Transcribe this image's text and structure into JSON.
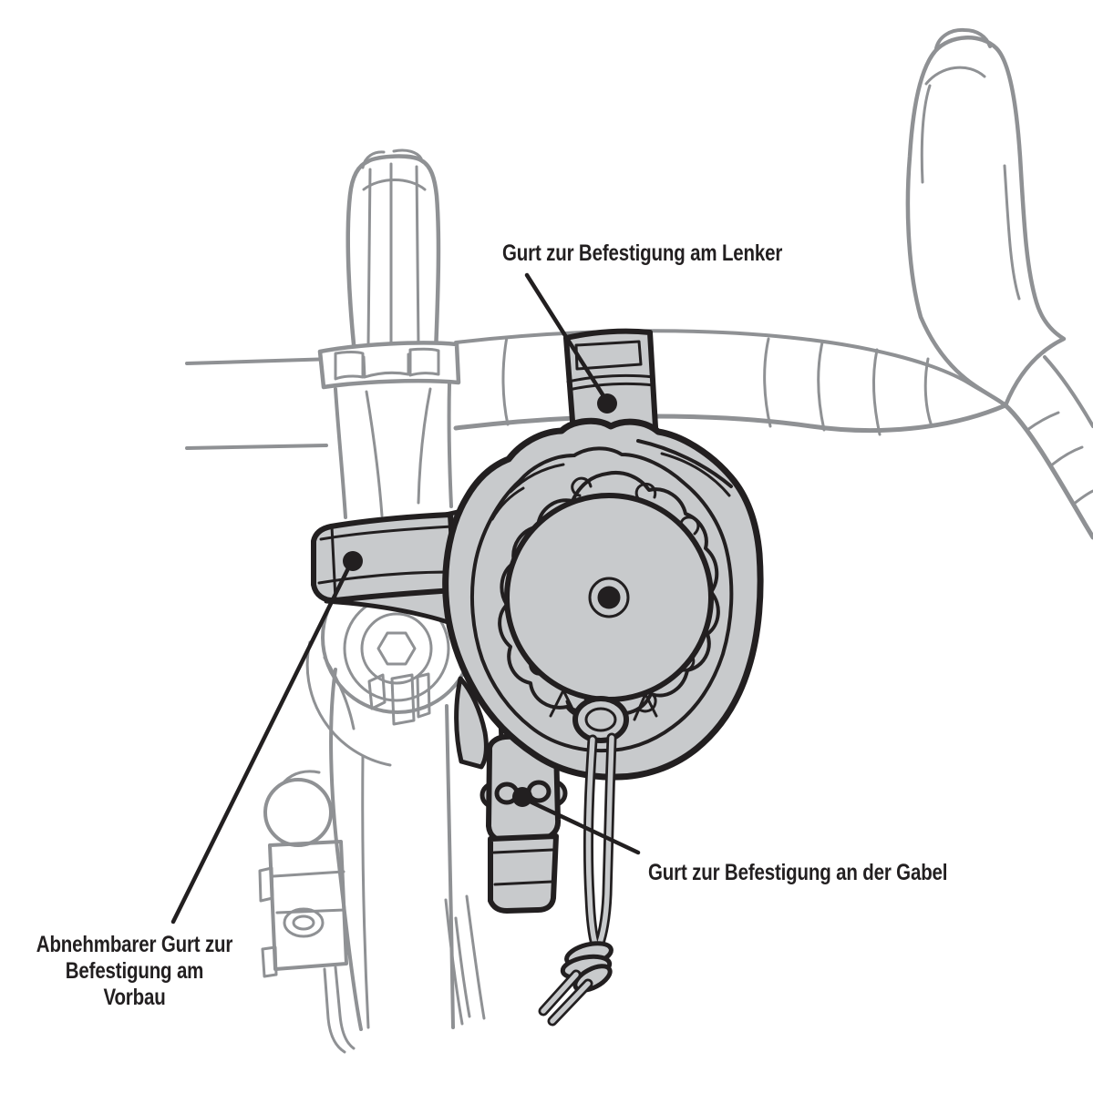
{
  "labels": {
    "handlebar_strap": "Gurt zur Befestigung am Lenker",
    "fork_strap": "Gurt zur Befestigung an der Gabel",
    "stem_strap_line1": "Abnehmbarer Gurt zur",
    "stem_strap_line2": "Befestigung am Vorbau"
  },
  "colors": {
    "ink": "#221f20",
    "bike": "#8f9194",
    "bag": "#c8cacc",
    "bg": "#ffffff"
  }
}
